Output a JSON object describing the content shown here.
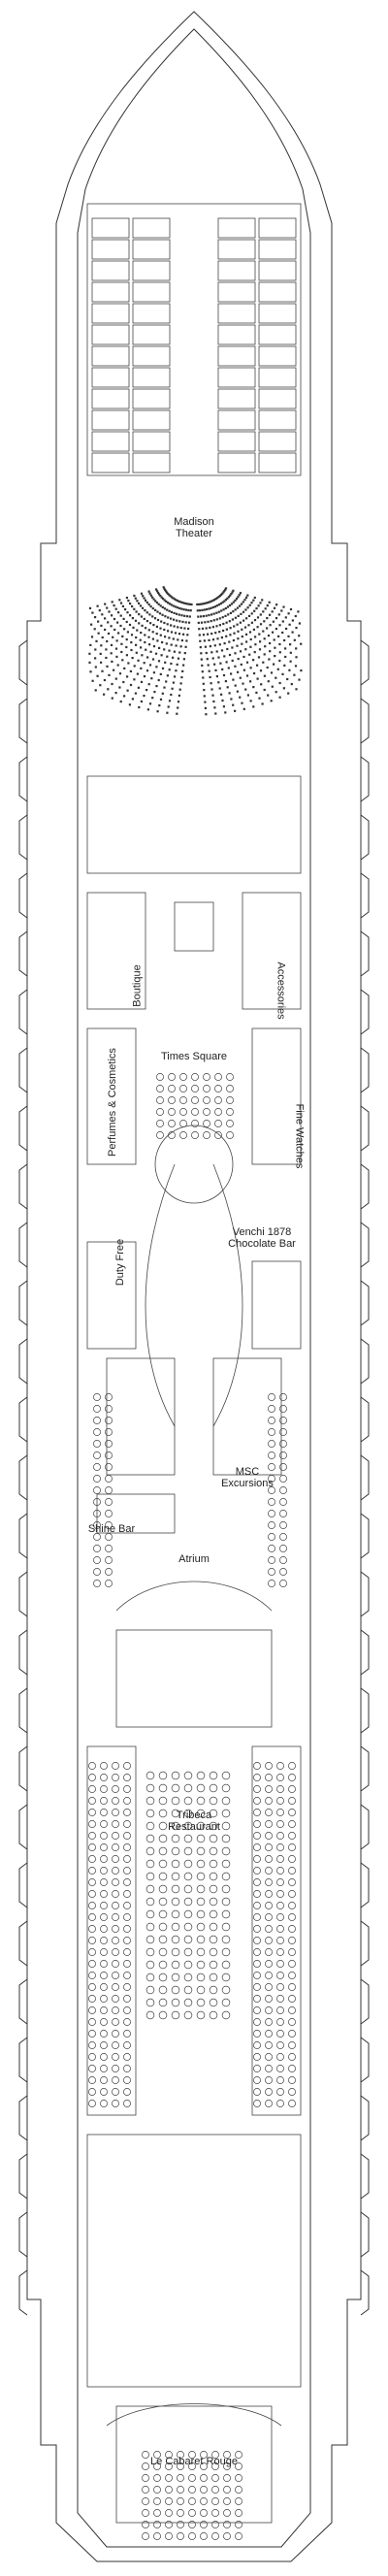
{
  "deck_plan": {
    "labels": {
      "madison_theater": [
        "Madison",
        "Theater"
      ],
      "boutique": "Boutique",
      "accessories": "Accessories",
      "times_square": "Times Square",
      "perfumes": "Perfumes & Cosmetics",
      "fine_watches": "Fine Watches",
      "venchi": [
        "Venchi 1878",
        "Chocolate Bar"
      ],
      "duty_free": [
        "Duty",
        "Free"
      ],
      "msc_excursions": [
        "MSC",
        "Excursions"
      ],
      "shine_bar": "Shine Bar",
      "atrium": "Atrium",
      "tribeca": [
        "Tribeca",
        "Restaurant"
      ],
      "le_cabaret_rouge": "Le Cabaret Rouge"
    },
    "colors": {
      "line": "#333333",
      "background": "#ffffff"
    }
  }
}
